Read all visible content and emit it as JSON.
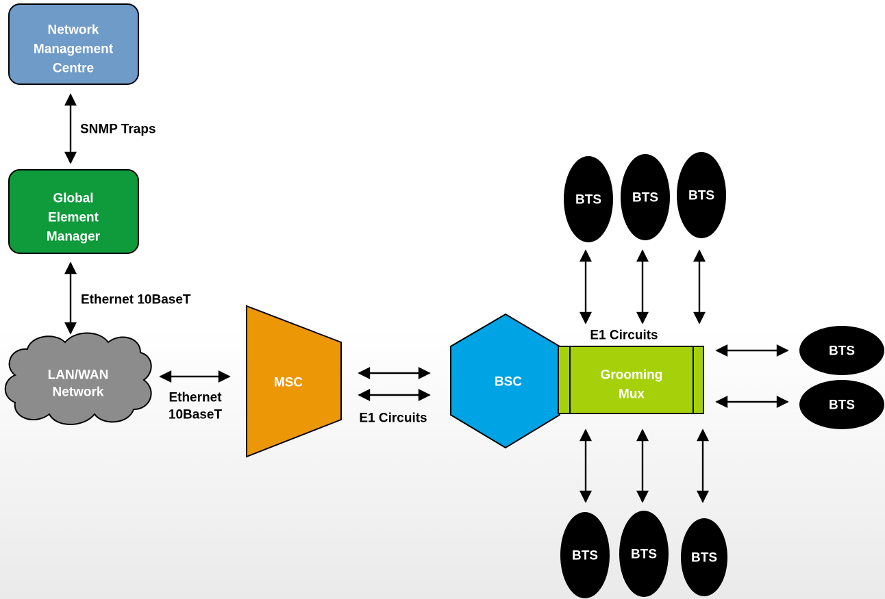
{
  "colors": {
    "nmc_fill": "#6f9bc8",
    "gem_fill": "#0f9a3c",
    "cloud_fill": "#8c8c8c",
    "msc_fill": "#ec9706",
    "bsc_fill": "#00a3e4",
    "mux_fill": "#a6d10a",
    "bts_fill": "#000000"
  },
  "nodes": {
    "nmc": [
      "Network",
      "Management",
      "Centre"
    ],
    "gem": [
      "Global",
      "Element",
      "Manager"
    ],
    "cloud": [
      "LAN/WAN",
      "Network"
    ],
    "msc": "MSC",
    "bsc": "BSC",
    "mux": [
      "Grooming",
      "Mux"
    ],
    "bts": "BTS"
  },
  "links": {
    "snmp": "SNMP Traps",
    "eth_vertical": "Ethernet 10BaseT",
    "eth_horizontal": [
      "Ethernet",
      "10BaseT"
    ],
    "e1_msc_bsc": "E1 Circuits",
    "e1_mux": "E1 Circuits"
  }
}
